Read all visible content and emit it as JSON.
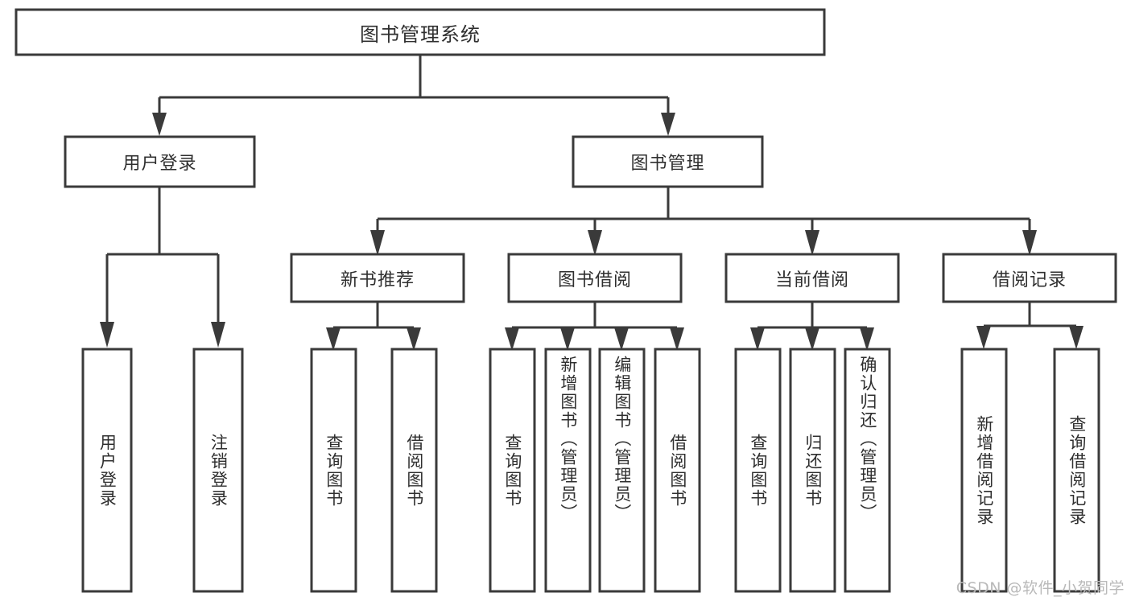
{
  "diagram": {
    "type": "tree",
    "title": "图书管理系统",
    "root": {
      "label": "图书管理系统"
    },
    "level2": [
      {
        "label": "用户登录"
      },
      {
        "label": "图书管理"
      }
    ],
    "level3": [
      {
        "label": "新书推荐"
      },
      {
        "label": "图书借阅"
      },
      {
        "label": "当前借阅"
      },
      {
        "label": "借阅记录"
      }
    ],
    "leaves": {
      "user_login": [
        {
          "label": "用户登录"
        },
        {
          "label": "注销登录"
        }
      ],
      "new_book_recommend": [
        {
          "label": "查询图书"
        },
        {
          "label": "借阅图书"
        }
      ],
      "book_borrow": [
        {
          "label": "查询图书"
        },
        {
          "label": "新增图书（管理员）"
        },
        {
          "label": "编辑图书（管理员）"
        },
        {
          "label": "借阅图书"
        }
      ],
      "current_borrow": [
        {
          "label": "查询图书"
        },
        {
          "label": "归还图书"
        },
        {
          "label": "确认归还（管理员）"
        }
      ],
      "borrow_record": [
        {
          "label": "新增借阅记录"
        },
        {
          "label": "查询借阅记录"
        }
      ]
    }
  },
  "watermark": {
    "text": "CSDN @软件_小贺同学"
  },
  "colors": {
    "stroke": "#3a3a3a",
    "text": "#2f2f2f",
    "background": "#ffffff",
    "watermark": "#b9b9b9"
  }
}
